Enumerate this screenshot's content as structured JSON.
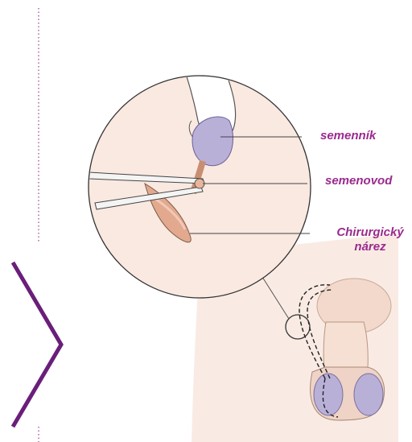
{
  "colors": {
    "label": "#9b2a8e",
    "chevron": "#6a1e7a",
    "dotted_line": "#9b3a90",
    "skin": "#f7e4da",
    "skin_dark": "#e9c2ae",
    "testis": "#b9b0d8",
    "outline": "#333333",
    "vessel": "#e8b59a"
  },
  "labels": {
    "testis": "semenník",
    "vas_deferens": "semenovod",
    "incision_line1": "Chirurgický",
    "incision_line2": "nárez"
  },
  "icons": {
    "chevron": "chevron-right-icon"
  }
}
